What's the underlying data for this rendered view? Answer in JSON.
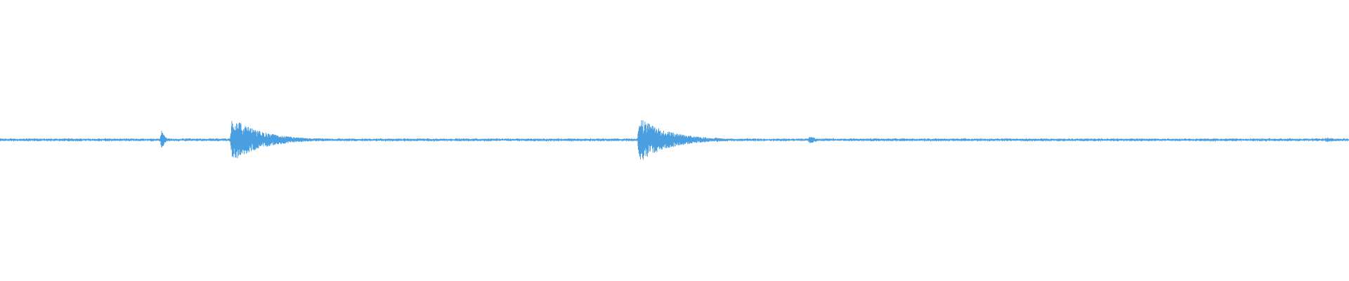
{
  "waveform": {
    "color": "#4a9fe0",
    "background": "#ffffff",
    "baseline_amplitude": 0.012,
    "bursts": [
      {
        "name": "tick-1",
        "time_fraction": 0.12,
        "peak": 0.08,
        "decay": 0.002
      },
      {
        "name": "burst-1",
        "time_fraction": 0.172,
        "peak": 0.16,
        "decay": 0.022
      },
      {
        "name": "burst-2",
        "time_fraction": 0.474,
        "peak": 0.16,
        "decay": 0.022
      },
      {
        "name": "bump-1",
        "time_fraction": 0.53,
        "peak": 0.02,
        "decay": 0.006
      },
      {
        "name": "bump-2",
        "time_fraction": 0.6,
        "peak": 0.03,
        "decay": 0.006
      },
      {
        "name": "bump-3",
        "time_fraction": 0.983,
        "peak": 0.02,
        "decay": 0.008
      }
    ]
  }
}
